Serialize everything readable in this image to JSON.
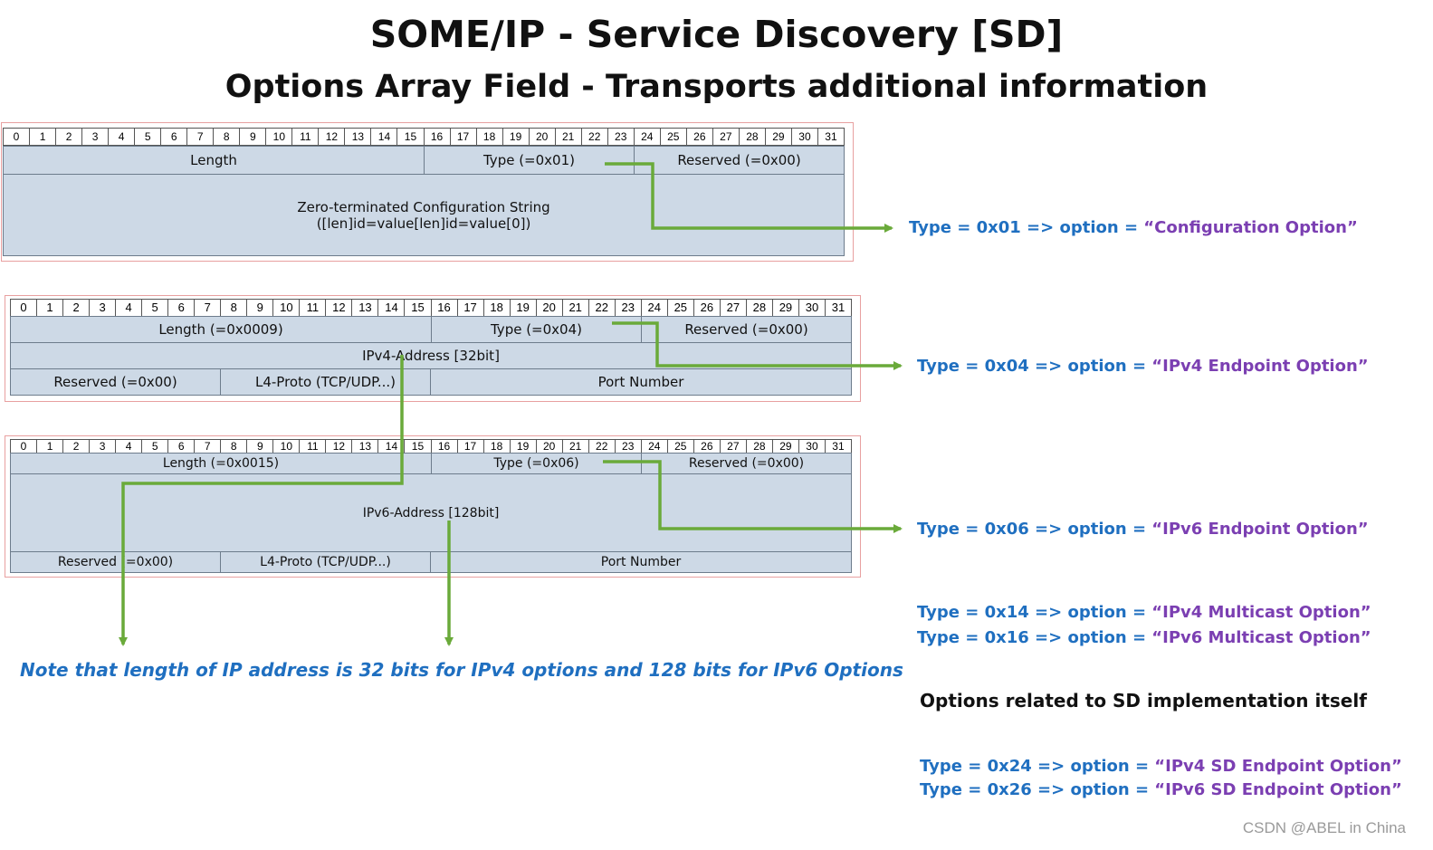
{
  "title": "SOME/IP - Service Discovery [SD]",
  "subtitle": "Options Array Field - Transports additional information",
  "bit_numbers": [
    "0",
    "1",
    "2",
    "3",
    "4",
    "5",
    "6",
    "7",
    "8",
    "9",
    "10",
    "11",
    "12",
    "13",
    "14",
    "15",
    "16",
    "17",
    "18",
    "19",
    "20",
    "21",
    "22",
    "23",
    "24",
    "25",
    "26",
    "27",
    "28",
    "29",
    "30",
    "31"
  ],
  "diagrams": [
    {
      "fields": [
        {
          "label": "Length"
        },
        {
          "label": "Type (=0x01)"
        },
        {
          "label": "Reserved (=0x00)"
        },
        {
          "label": "Zero-terminated Configuration String\n([len]id=value[len]id=value[0])"
        }
      ]
    },
    {
      "fields": [
        {
          "label": "Length (=0x0009)"
        },
        {
          "label": "Type (=0x04)"
        },
        {
          "label": "Reserved (=0x00)"
        },
        {
          "label": "IPv4-Address [32bit]"
        },
        {
          "label": "Reserved (=0x00)"
        },
        {
          "label": "L4-Proto (TCP/UDP...)"
        },
        {
          "label": "Port Number"
        }
      ]
    },
    {
      "fields": [
        {
          "label": "Length (=0x0015)"
        },
        {
          "label": "Type (=0x06)"
        },
        {
          "label": "Reserved (=0x00)"
        },
        {
          "label": "IPv6-Address [128bit]"
        },
        {
          "label": "Reserved (=0x00)"
        },
        {
          "label": "L4-Proto (TCP/UDP...)"
        },
        {
          "label": "Port Number"
        }
      ]
    }
  ],
  "annotations": {
    "config": {
      "prefix": "Type = 0x01 => option = ",
      "name": "“Configuration Option”"
    },
    "ipv4": {
      "prefix": "Type = 0x04 => option = ",
      "name": "“IPv4 Endpoint Option”"
    },
    "ipv6": {
      "prefix": "Type = 0x06 => option = ",
      "name": "“IPv6 Endpoint Option”"
    },
    "ipv4_mc": {
      "prefix": "Type = 0x14 => option = ",
      "name": "“IPv4 Multicast Option”"
    },
    "ipv6_mc": {
      "prefix": "Type = 0x16 => option = ",
      "name": "“IPv6 Multicast Option”"
    },
    "sd_heading": "Options related to SD implementation itself",
    "ipv4_sd": {
      "prefix": "Type = 0x24 => option = ",
      "name": "“IPv4 SD Endpoint Option”"
    },
    "ipv6_sd": {
      "prefix": "Type = 0x26 => option = ",
      "name": "“IPv6 SD Endpoint Option”"
    }
  },
  "note": "Note that length of IP address is 32 bits for IPv4 options and 128 bits for IPv6 Options",
  "watermark": "CSDN @ABEL in China",
  "colors": {
    "arrow": "#6aaa3a",
    "field": "#cdd9e6",
    "text_blue": "#1f6fc0",
    "text_purple": "#7b3fb2"
  }
}
